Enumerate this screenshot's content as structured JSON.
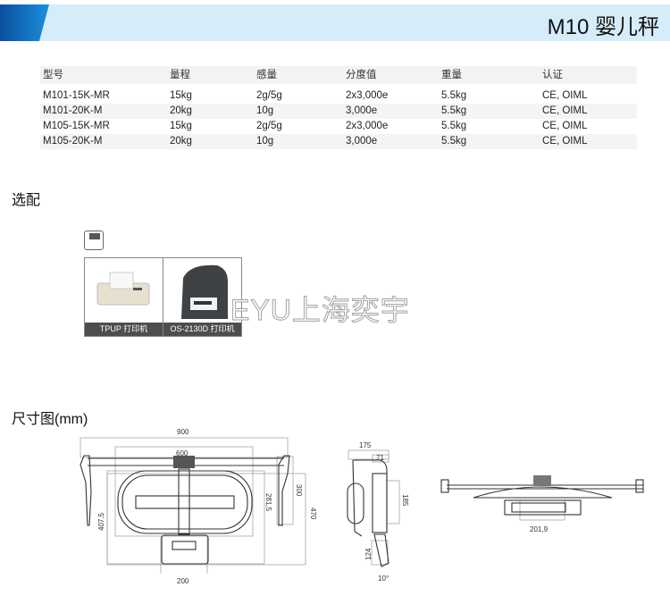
{
  "header": {
    "title": "M10 婴儿秤",
    "accent_color": "#1a8fe0",
    "band_color": "#d5ecf9"
  },
  "specs": {
    "columns": [
      "型号",
      "量程",
      "感量",
      "分度值",
      "重量",
      "认证"
    ],
    "rows": [
      [
        "M101-15K-MR",
        "15kg",
        "2g/5g",
        "2x3,000e",
        "5.5kg",
        "CE, OIML"
      ],
      [
        "M101-20K-M",
        "20kg",
        "10g",
        "3,000e",
        "5.5kg",
        "CE, OIML"
      ],
      [
        "M105-15K-MR",
        "15kg",
        "2g/5g",
        "2x3,000e",
        "5.5kg",
        "CE, OIML"
      ],
      [
        "M105-20K-M",
        "20kg",
        "10g",
        "3,000e",
        "5.5kg",
        "CE, OIML"
      ]
    ]
  },
  "options": {
    "heading": "选配",
    "items": [
      {
        "label": "TPUP 打印机"
      },
      {
        "label": "OS-2130D 打印机"
      }
    ]
  },
  "watermark": "EYU上海奕宇",
  "dimensions": {
    "heading": "尺寸图(mm)",
    "top_view": {
      "width_total": "900",
      "width_inner": "600",
      "height_side": "300",
      "height_total": "470",
      "depth_tray": "281,5",
      "depth_left": "407,5",
      "indicator_width": "200"
    },
    "side_view": {
      "depth": "175",
      "offset": "71",
      "height": "185",
      "indicator_height": "124",
      "angle": "10°"
    },
    "front_view": {
      "width": "201,9"
    }
  }
}
